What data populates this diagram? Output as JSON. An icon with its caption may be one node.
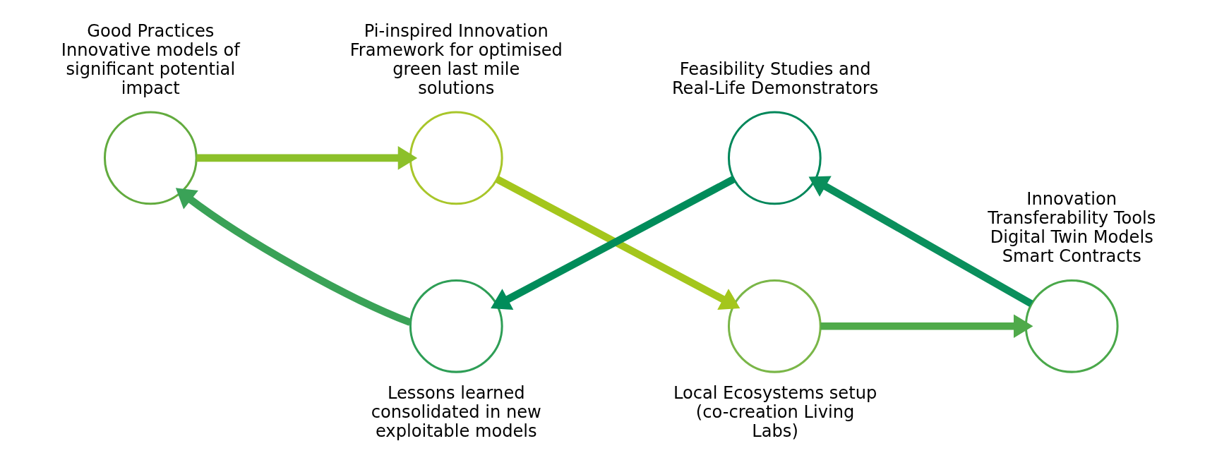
{
  "diagram": {
    "nodes": [
      {
        "text": [
          "Pi-inspired Innovation Framework for optimised green last mile solutions"
        ]
      },
      {
        "text": [
          "Feasibility Studies and Real-Life Demonstrators"
        ]
      },
      {
        "text": [
          "Good Practices",
          "Innovative models of significant potential impact"
        ]
      },
      {
        "text": [
          "Innovation Transferability Tools",
          "Digital Twin Models",
          "Smart Contracts"
        ]
      },
      {
        "text": [
          "Lessons learned consolidated in new exploitable models"
        ]
      },
      {
        "text": [
          "Local Ecosystems setup (co-creation Living Labs)"
        ]
      }
    ],
    "edges": [
      {
        "from": 2,
        "to": 0,
        "arrow": "to",
        "color": "#8cc02a"
      },
      {
        "from": 0,
        "to": 5,
        "arrow": "to",
        "color": "#a4c61c"
      },
      {
        "from": 5,
        "to": 3,
        "arrow": "to",
        "color": "#4faa4a"
      },
      {
        "from": 3,
        "to": 1,
        "arrow": "to",
        "color": "#0a8f5c"
      },
      {
        "from": 1,
        "to": 4,
        "arrow": "to",
        "color": "#008c5a"
      },
      {
        "from": 4,
        "to": 2,
        "arrow": "to",
        "color": "#3aa257"
      }
    ]
  }
}
